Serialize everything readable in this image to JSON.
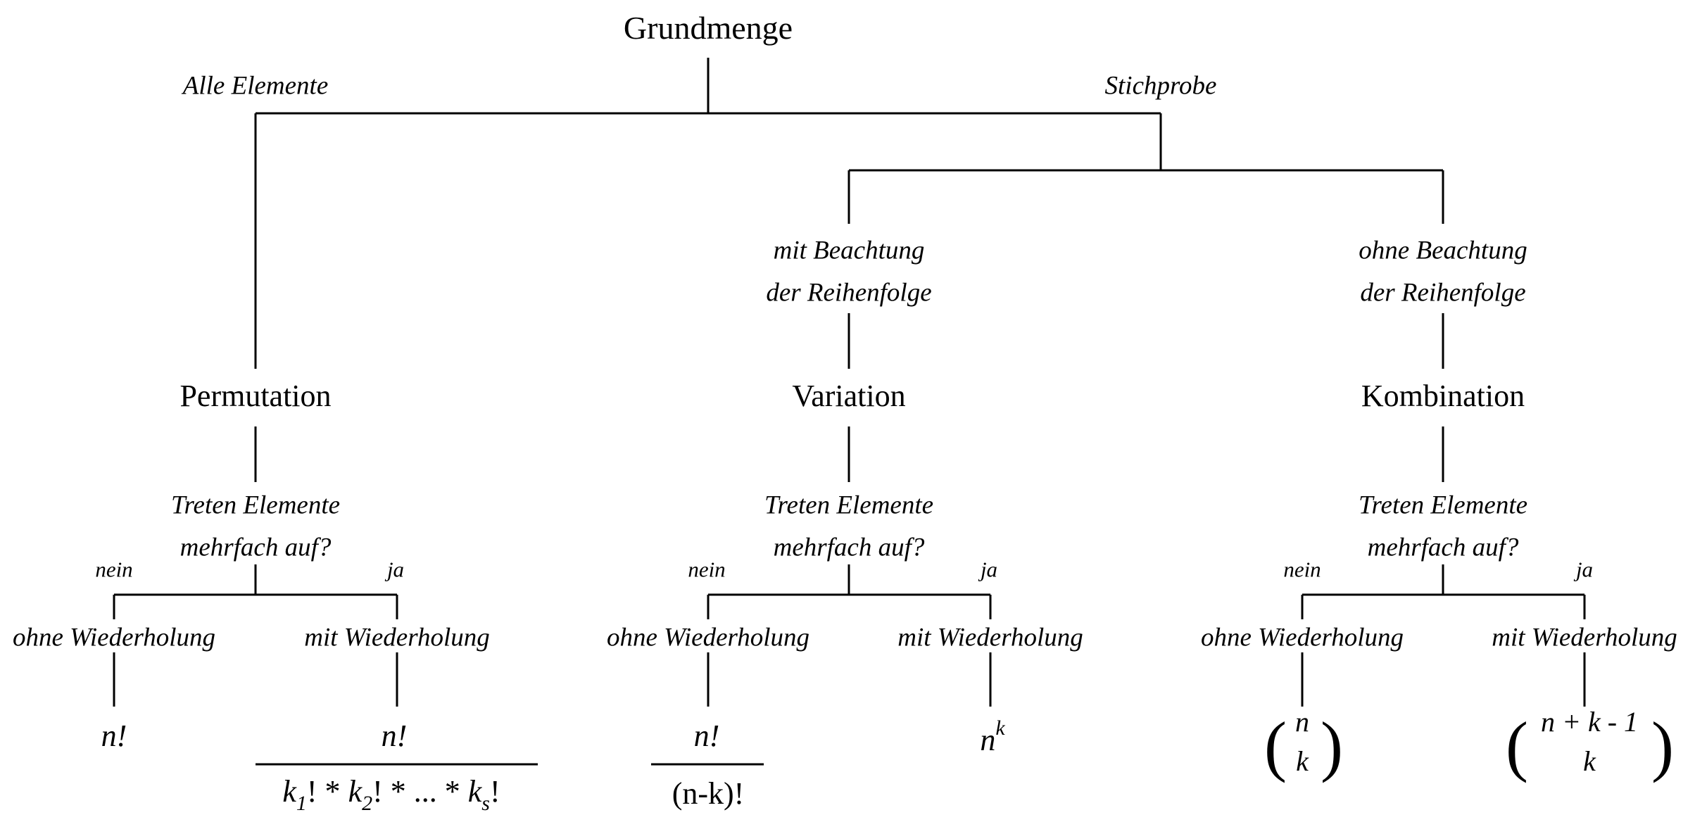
{
  "root": "Grundmenge",
  "branches": {
    "all_elements": "Alle Elemente",
    "sample": "Stichprobe",
    "with_order_1": "mit Beachtung",
    "with_order_2": "der Reihenfolge",
    "without_order_1": "ohne Beachtung",
    "without_order_2": "der Reihenfolge"
  },
  "nodes": {
    "permutation": "Permutation",
    "variation": "Variation",
    "combination": "Kombination"
  },
  "question": {
    "line1": "Treten Elemente",
    "line2": "mehrfach auf?"
  },
  "answers": {
    "no": "nein",
    "yes": "ja"
  },
  "cases": {
    "without_repetition": "ohne Wiederholung",
    "with_repetition": "mit Wiederholung"
  },
  "formulas": {
    "perm_no_rep": "n!",
    "perm_rep_num": "n!",
    "perm_rep_den_k": "k",
    "perm_rep_den_1": "1",
    "perm_rep_den_2": "2",
    "perm_rep_den_s": "s",
    "perm_rep_den_mid": "! * ",
    "perm_rep_den_dots": "! * ... * ",
    "perm_rep_den_end": "!",
    "var_no_rep_num": "n!",
    "var_no_rep_den": "(n-k)!",
    "var_rep_base": "n",
    "var_rep_exp": "k",
    "comb_no_rep_top": "n",
    "comb_no_rep_bottom": "k",
    "comb_rep_top": "n + k - 1",
    "comb_rep_bottom": "k",
    "paren_open": "(",
    "paren_close": ")"
  }
}
